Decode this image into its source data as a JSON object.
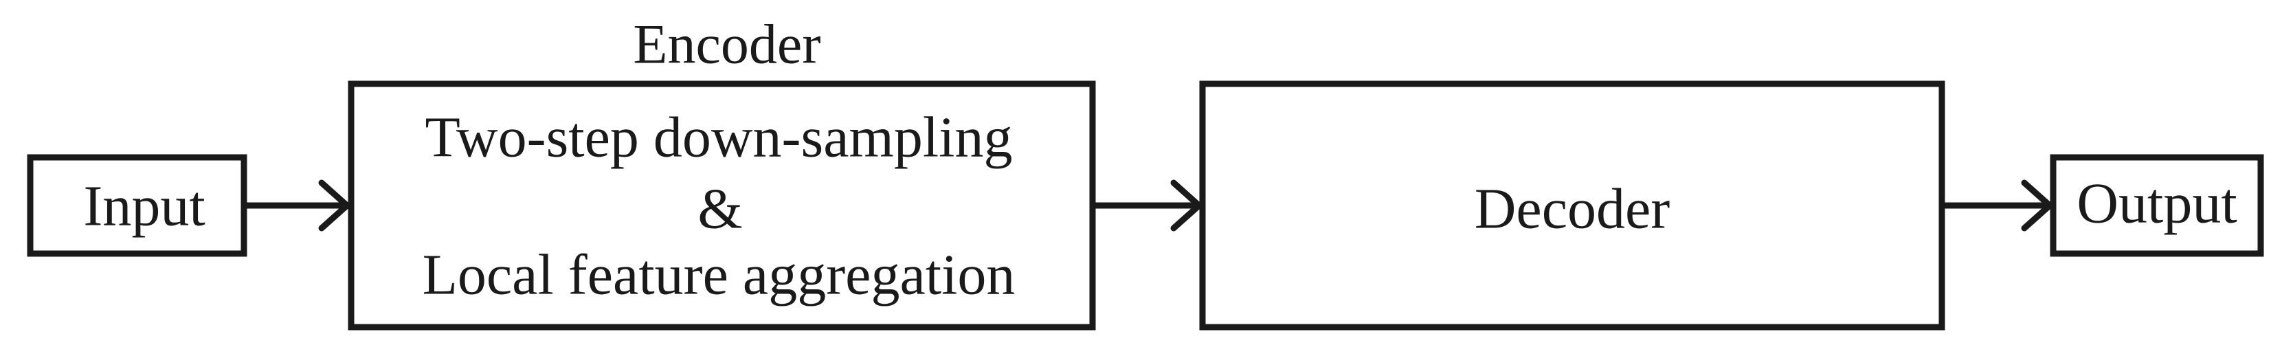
{
  "diagram": {
    "input": {
      "label": "Input"
    },
    "encoder": {
      "title": "Encoder",
      "line1": "Two-step down-sampling",
      "line2": "&",
      "line3": "Local feature aggregation"
    },
    "decoder": {
      "label": "Decoder"
    },
    "output": {
      "label": "Output"
    }
  },
  "colors": {
    "stroke": "#1a1a1a",
    "background": "#ffffff"
  }
}
